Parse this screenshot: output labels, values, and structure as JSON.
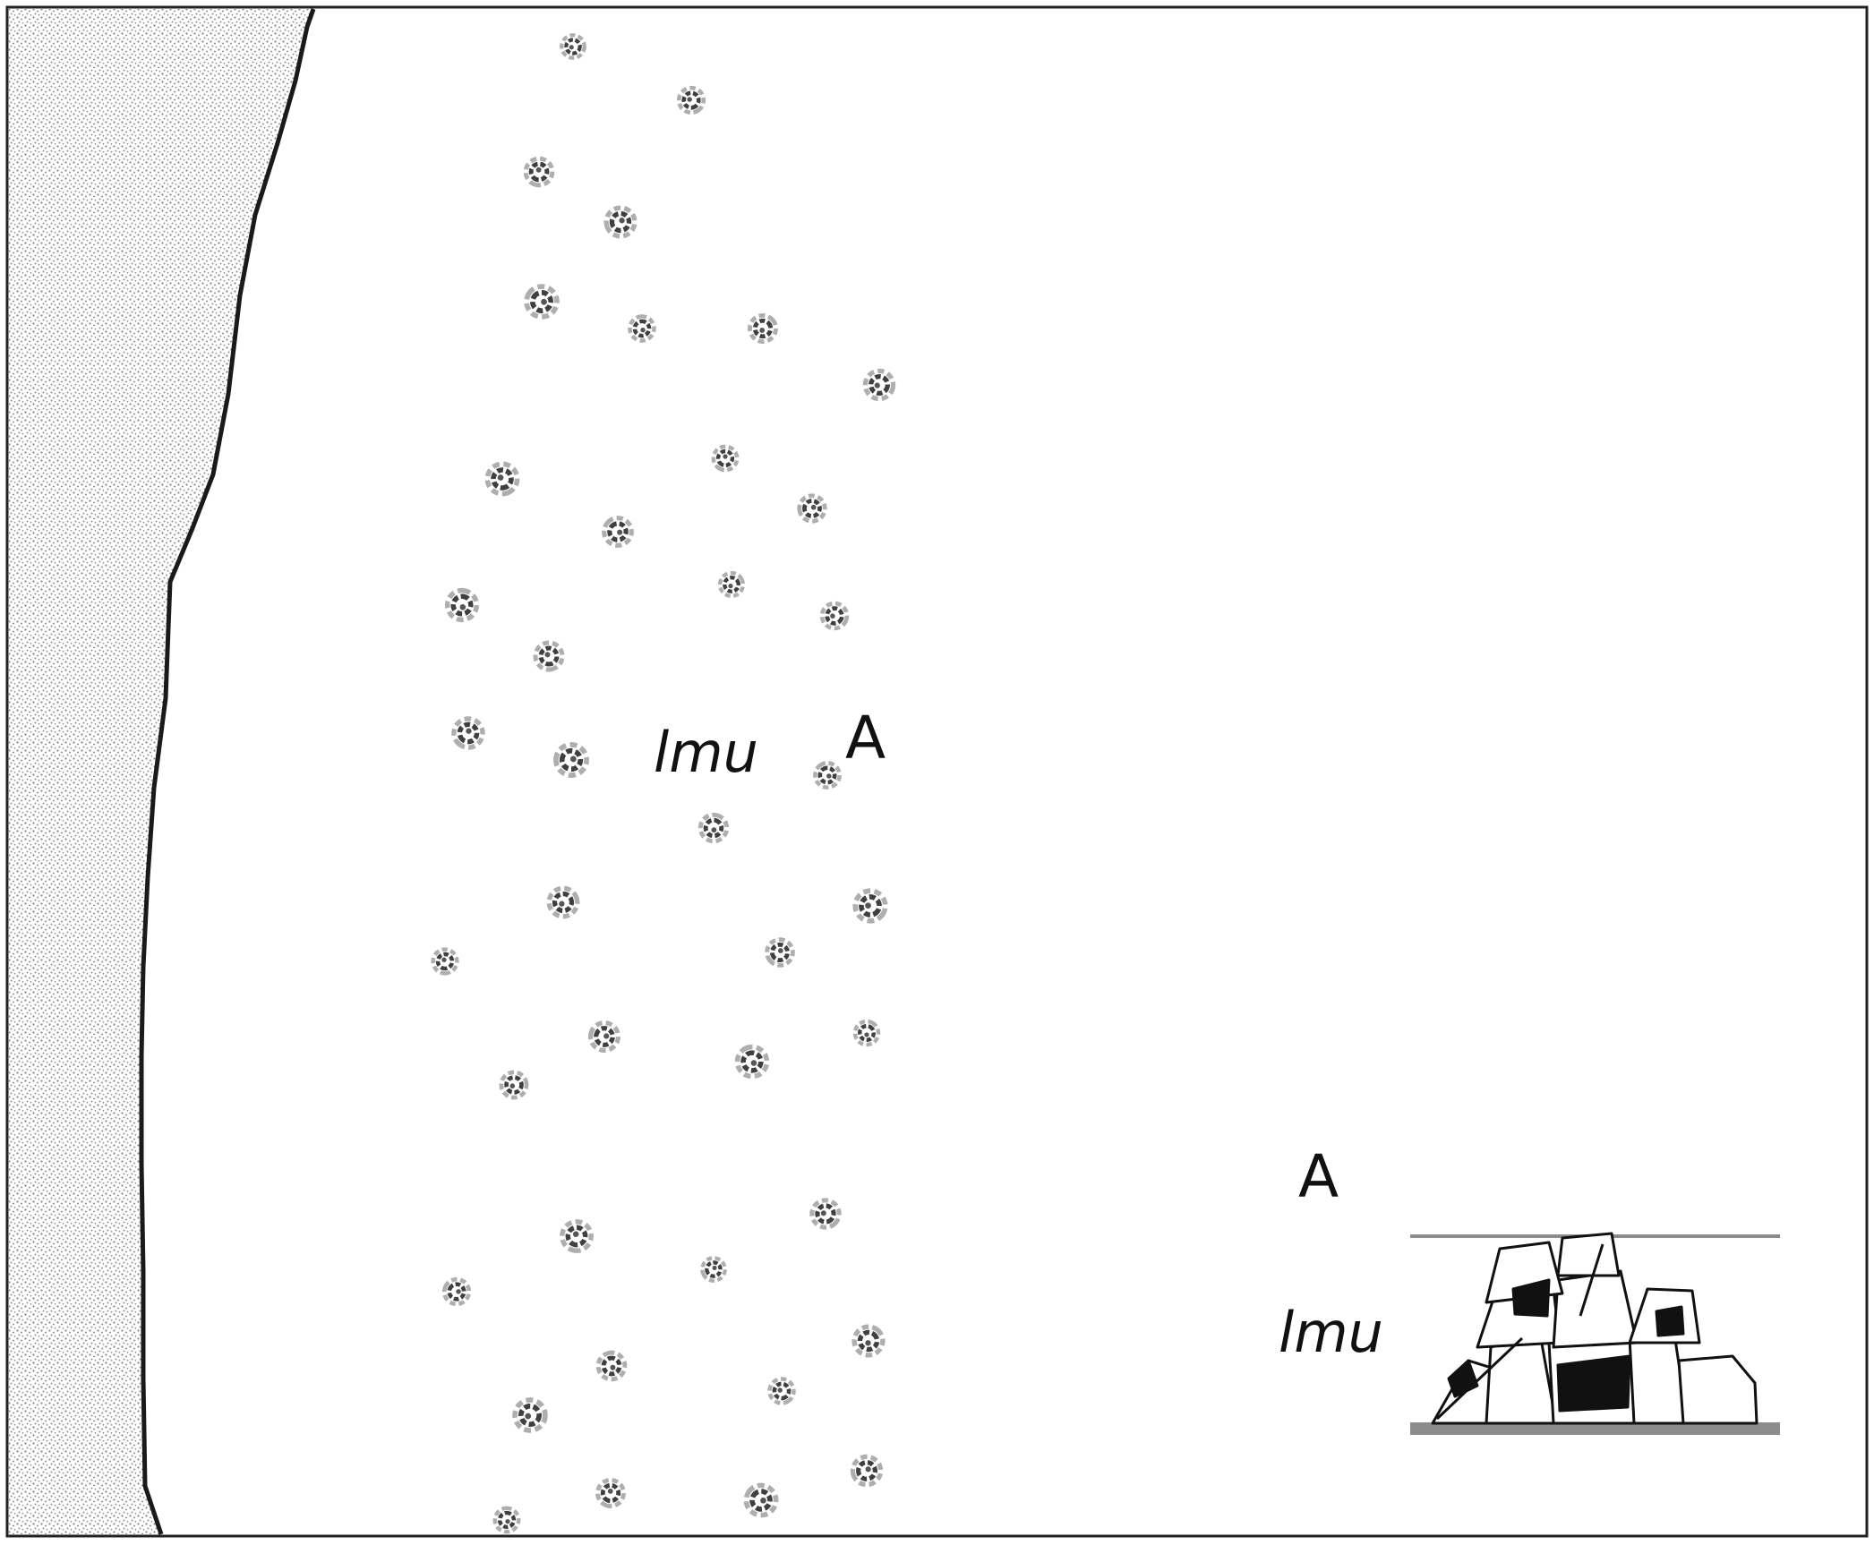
{
  "map": {
    "unit_label": "lmu",
    "section_label": "A",
    "legend_unit_label": "lmu",
    "legend_section_label": "A"
  },
  "colors": {
    "frame": "#222222",
    "shoreline": "#1a1a1a",
    "stipple": "#7a7a7a",
    "boulder": "#4a4a4a",
    "legend_line": "#8c8c8c"
  },
  "icons": {
    "stippled_zone": "stipple-pattern",
    "boulder_symbol": "boulder-icon",
    "legend_symbol": "boulder-cluster-icon"
  }
}
